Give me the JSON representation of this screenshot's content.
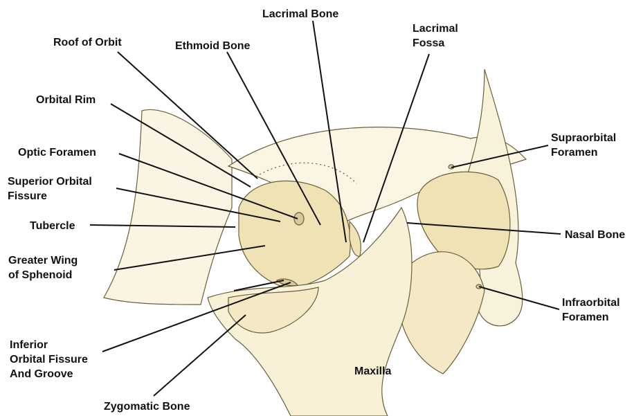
{
  "colors": {
    "bone_fill": "#f8f1d7",
    "bone_shade": "#efe2b4",
    "bone_line": "#6b5f3a",
    "leader_line": "#111111",
    "label_text": "#111111",
    "background": "#ffffff"
  },
  "labels": {
    "lacrimal_bone": [
      "Lacrimal Bone"
    ],
    "roof_of_orbit": [
      "Roof of Orbit"
    ],
    "ethmoid_bone": [
      "Ethmoid Bone"
    ],
    "lacrimal_fossa": [
      "Lacrimal",
      "Fossa"
    ],
    "orbital_rim": [
      "Orbital Rim"
    ],
    "optic_foramen": [
      "Optic Foramen"
    ],
    "superior_orbital_fissure": [
      "Superior Orbital",
      "Fissure"
    ],
    "tubercle": [
      "Tubercle"
    ],
    "greater_wing": [
      "Greater Wing",
      "of Sphenoid"
    ],
    "inferior_orbital_fissure": [
      "Inferior",
      "Orbital Fissure",
      "And Groove"
    ],
    "zygomatic_bone": [
      "Zygomatic Bone"
    ],
    "maxilla": [
      "Maxilla"
    ],
    "supraorbital_foramen": [
      "Supraorbital",
      "Foramen"
    ],
    "nasal_bone": [
      "Nasal Bone"
    ],
    "infraorbital_foramen": [
      "Infraorbital",
      "Foramen"
    ]
  }
}
